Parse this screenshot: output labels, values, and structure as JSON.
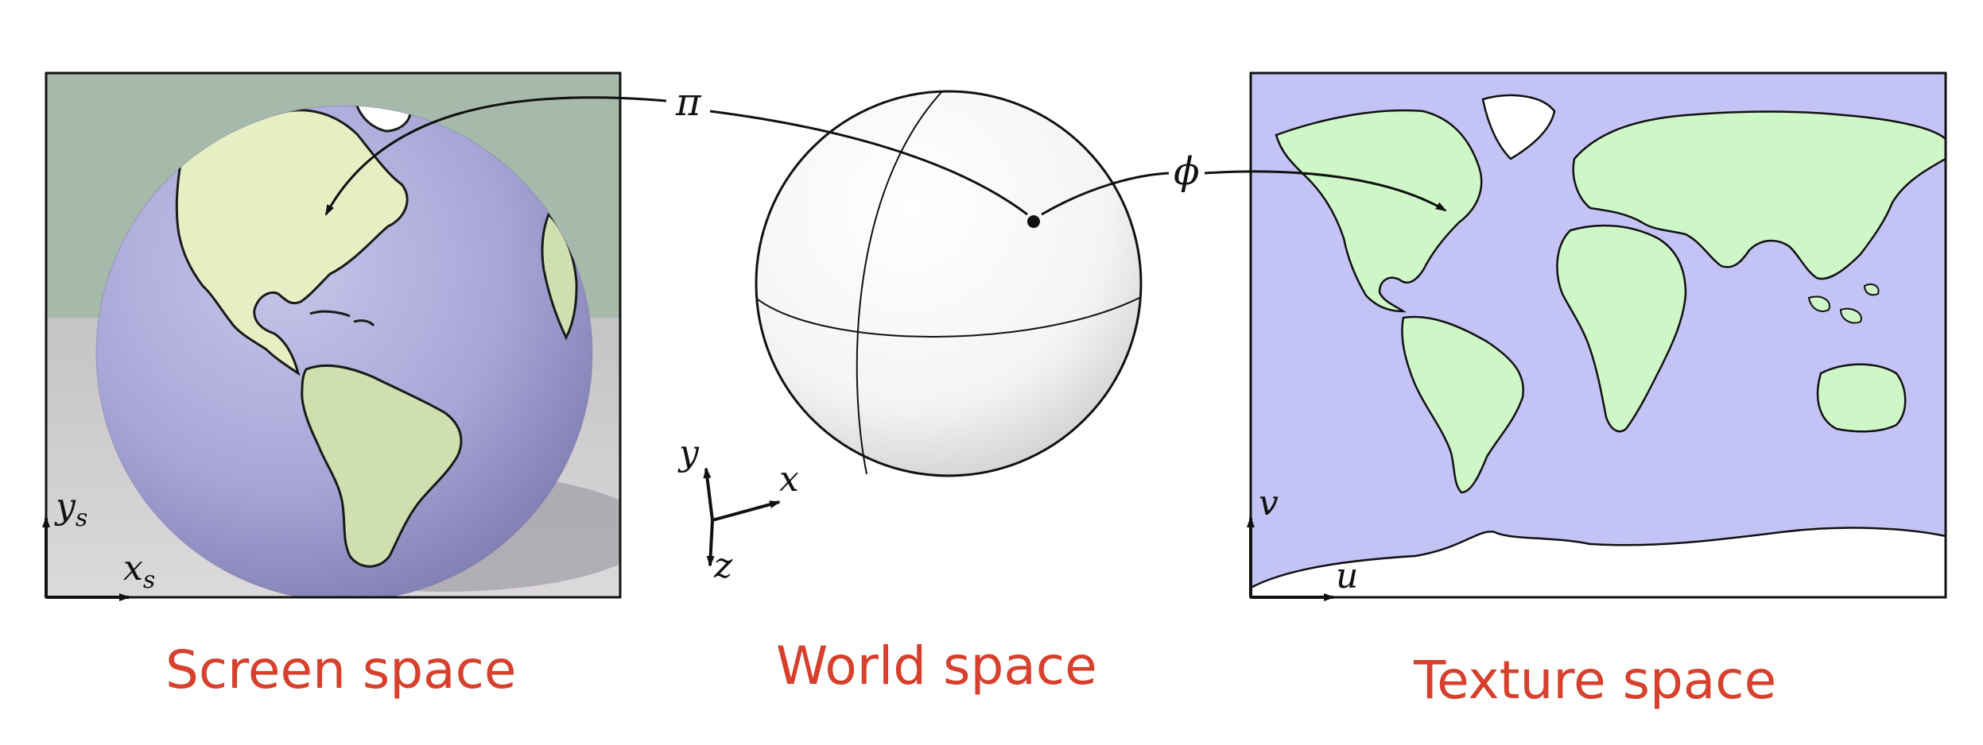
{
  "panels": {
    "screen": {
      "caption": "Screen space",
      "axis_x": "x",
      "axis_x_sub": "s",
      "axis_y": "y",
      "axis_y_sub": "s"
    },
    "world": {
      "caption": "World space",
      "axis_x": "x",
      "axis_y": "y",
      "axis_z": "z"
    },
    "texture": {
      "caption": "Texture space",
      "axis_u": "u",
      "axis_v": "v"
    }
  },
  "mappings": {
    "pi": "π",
    "phi": "ϕ"
  },
  "colors": {
    "caption": "#d6402c",
    "ocean_texture": "#c3c3f6",
    "land": "#cff6c7",
    "globe": "#a9a7d8",
    "globe_land": "#e6efc3",
    "background": "#a7b9ab"
  }
}
